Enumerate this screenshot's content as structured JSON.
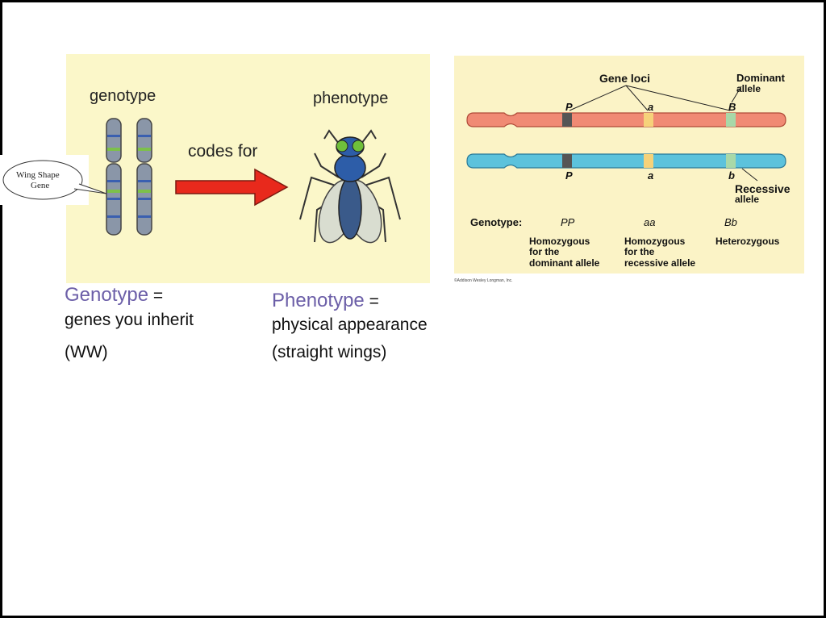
{
  "left_diagram": {
    "genotype_label": "genotype",
    "phenotype_label": "phenotype",
    "arrow_label": "codes for",
    "callout": {
      "line1": "Wing Shape",
      "line2": "Gene"
    }
  },
  "definitions": {
    "genotype": {
      "term": "Genotype",
      "equals": " =",
      "line1": "genes you inherit",
      "line2": "(WW)"
    },
    "phenotype": {
      "term": "Phenotype",
      "equals": " =",
      "line1": "physical appearance",
      "line2": "(straight wings)"
    }
  },
  "right_diagram": {
    "gene_loci": "Gene loci",
    "dominant": {
      "line1": "Dominant",
      "line2": "allele"
    },
    "recessive": {
      "line1": "Recessive",
      "line2": "allele"
    },
    "top_alleles": [
      "P",
      "a",
      "B"
    ],
    "bottom_alleles": [
      "P",
      "a",
      "b"
    ],
    "genotype_row_label": "Genotype:",
    "genotypes": [
      "PP",
      "aa",
      "Bb"
    ],
    "descriptions": [
      {
        "title": "Homozygous",
        "line2": "for the",
        "line3": "dominant allele"
      },
      {
        "title": "Homozygous",
        "line2": "for the",
        "line3": "recessive allele"
      },
      {
        "title": "Heterozygous",
        "line2": "",
        "line3": ""
      }
    ],
    "copyright": "©Addison Wesley Longman, Inc."
  },
  "colors": {
    "left_bg": "#fbf7c9",
    "right_bg": "#fbf3c6",
    "arrow": "#e8291c",
    "term": "#6c5fa8",
    "chrom_red": "#f08a74",
    "chrom_blue": "#5cc2dc"
  }
}
